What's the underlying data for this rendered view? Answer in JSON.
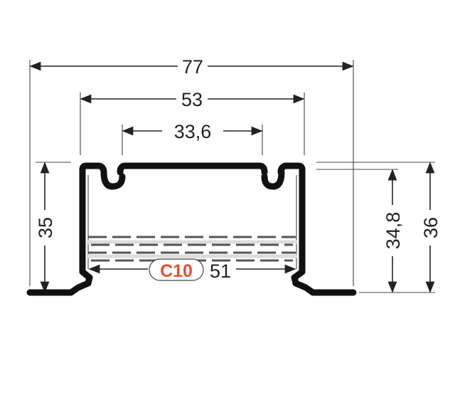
{
  "dimensions": {
    "overall_width": "77",
    "inner_top_width": "53",
    "opening_width": "33,6",
    "left_height": "35",
    "inner_height": "34,8",
    "overall_height": "36",
    "inner_bottom_width": "51"
  },
  "badge": {
    "label": "C10",
    "color": "#e8502a"
  },
  "colors": {
    "profile": "#111111",
    "dimension": "#222222"
  }
}
